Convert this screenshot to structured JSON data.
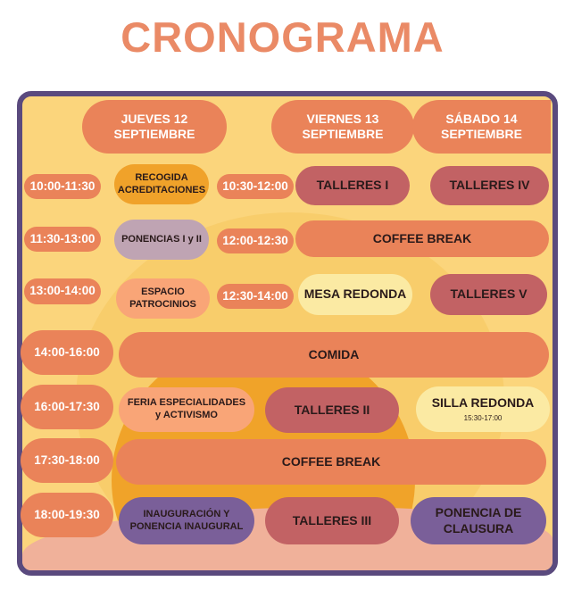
{
  "title": "CRONOGRAMA",
  "days": [
    {
      "line1": "JUEVES 12",
      "line2": "SEPTIEMBRE"
    },
    {
      "line1": "VIERNES 13",
      "line2": "SEPTIEMBRE"
    },
    {
      "line1": "SÁBADO 14",
      "line2": "SEPTIEMBRE"
    }
  ],
  "times": [
    "10:00-11:30",
    "11:30-13:00",
    "13:00-14:00",
    "14:00-16:00",
    "16:00-17:30",
    "17:30-18:00",
    "18:00-19:30"
  ],
  "friday_times": [
    "10:30-12:00",
    "12:00-12:30",
    "12:30-14:00"
  ],
  "events": {
    "recogida": "RECOGIDA ACREDITACIONES",
    "talleres_1": "TALLERES I",
    "talleres_4": "TALLERES IV",
    "ponencias": "PONENCIAS I y II",
    "coffee_1": "COFFEE BREAK",
    "espacio": "ESPACIO PATROCINIOS",
    "mesa": "MESA REDONDA",
    "talleres_5": "TALLERES V",
    "comida": "COMIDA",
    "feria": "FERIA ESPECIALIDADES y ACTIVISMO",
    "talleres_2": "TALLERES II",
    "silla": "SILLA REDONDA",
    "silla_time": "15:30-17:00",
    "coffee_2": "COFFEE BREAK",
    "inauguracion": "INAUGURACIÓN Y PONENCIA INAUGURAL",
    "talleres_3": "TALLERES III",
    "clausura": "PONENCIA DE CLAUSURA"
  },
  "colors": {
    "frame": "#5a4a7e",
    "orange": "#ea8359",
    "talleres": "#c26264",
    "purple": "#7a5f99",
    "background": "#fbd57c"
  }
}
